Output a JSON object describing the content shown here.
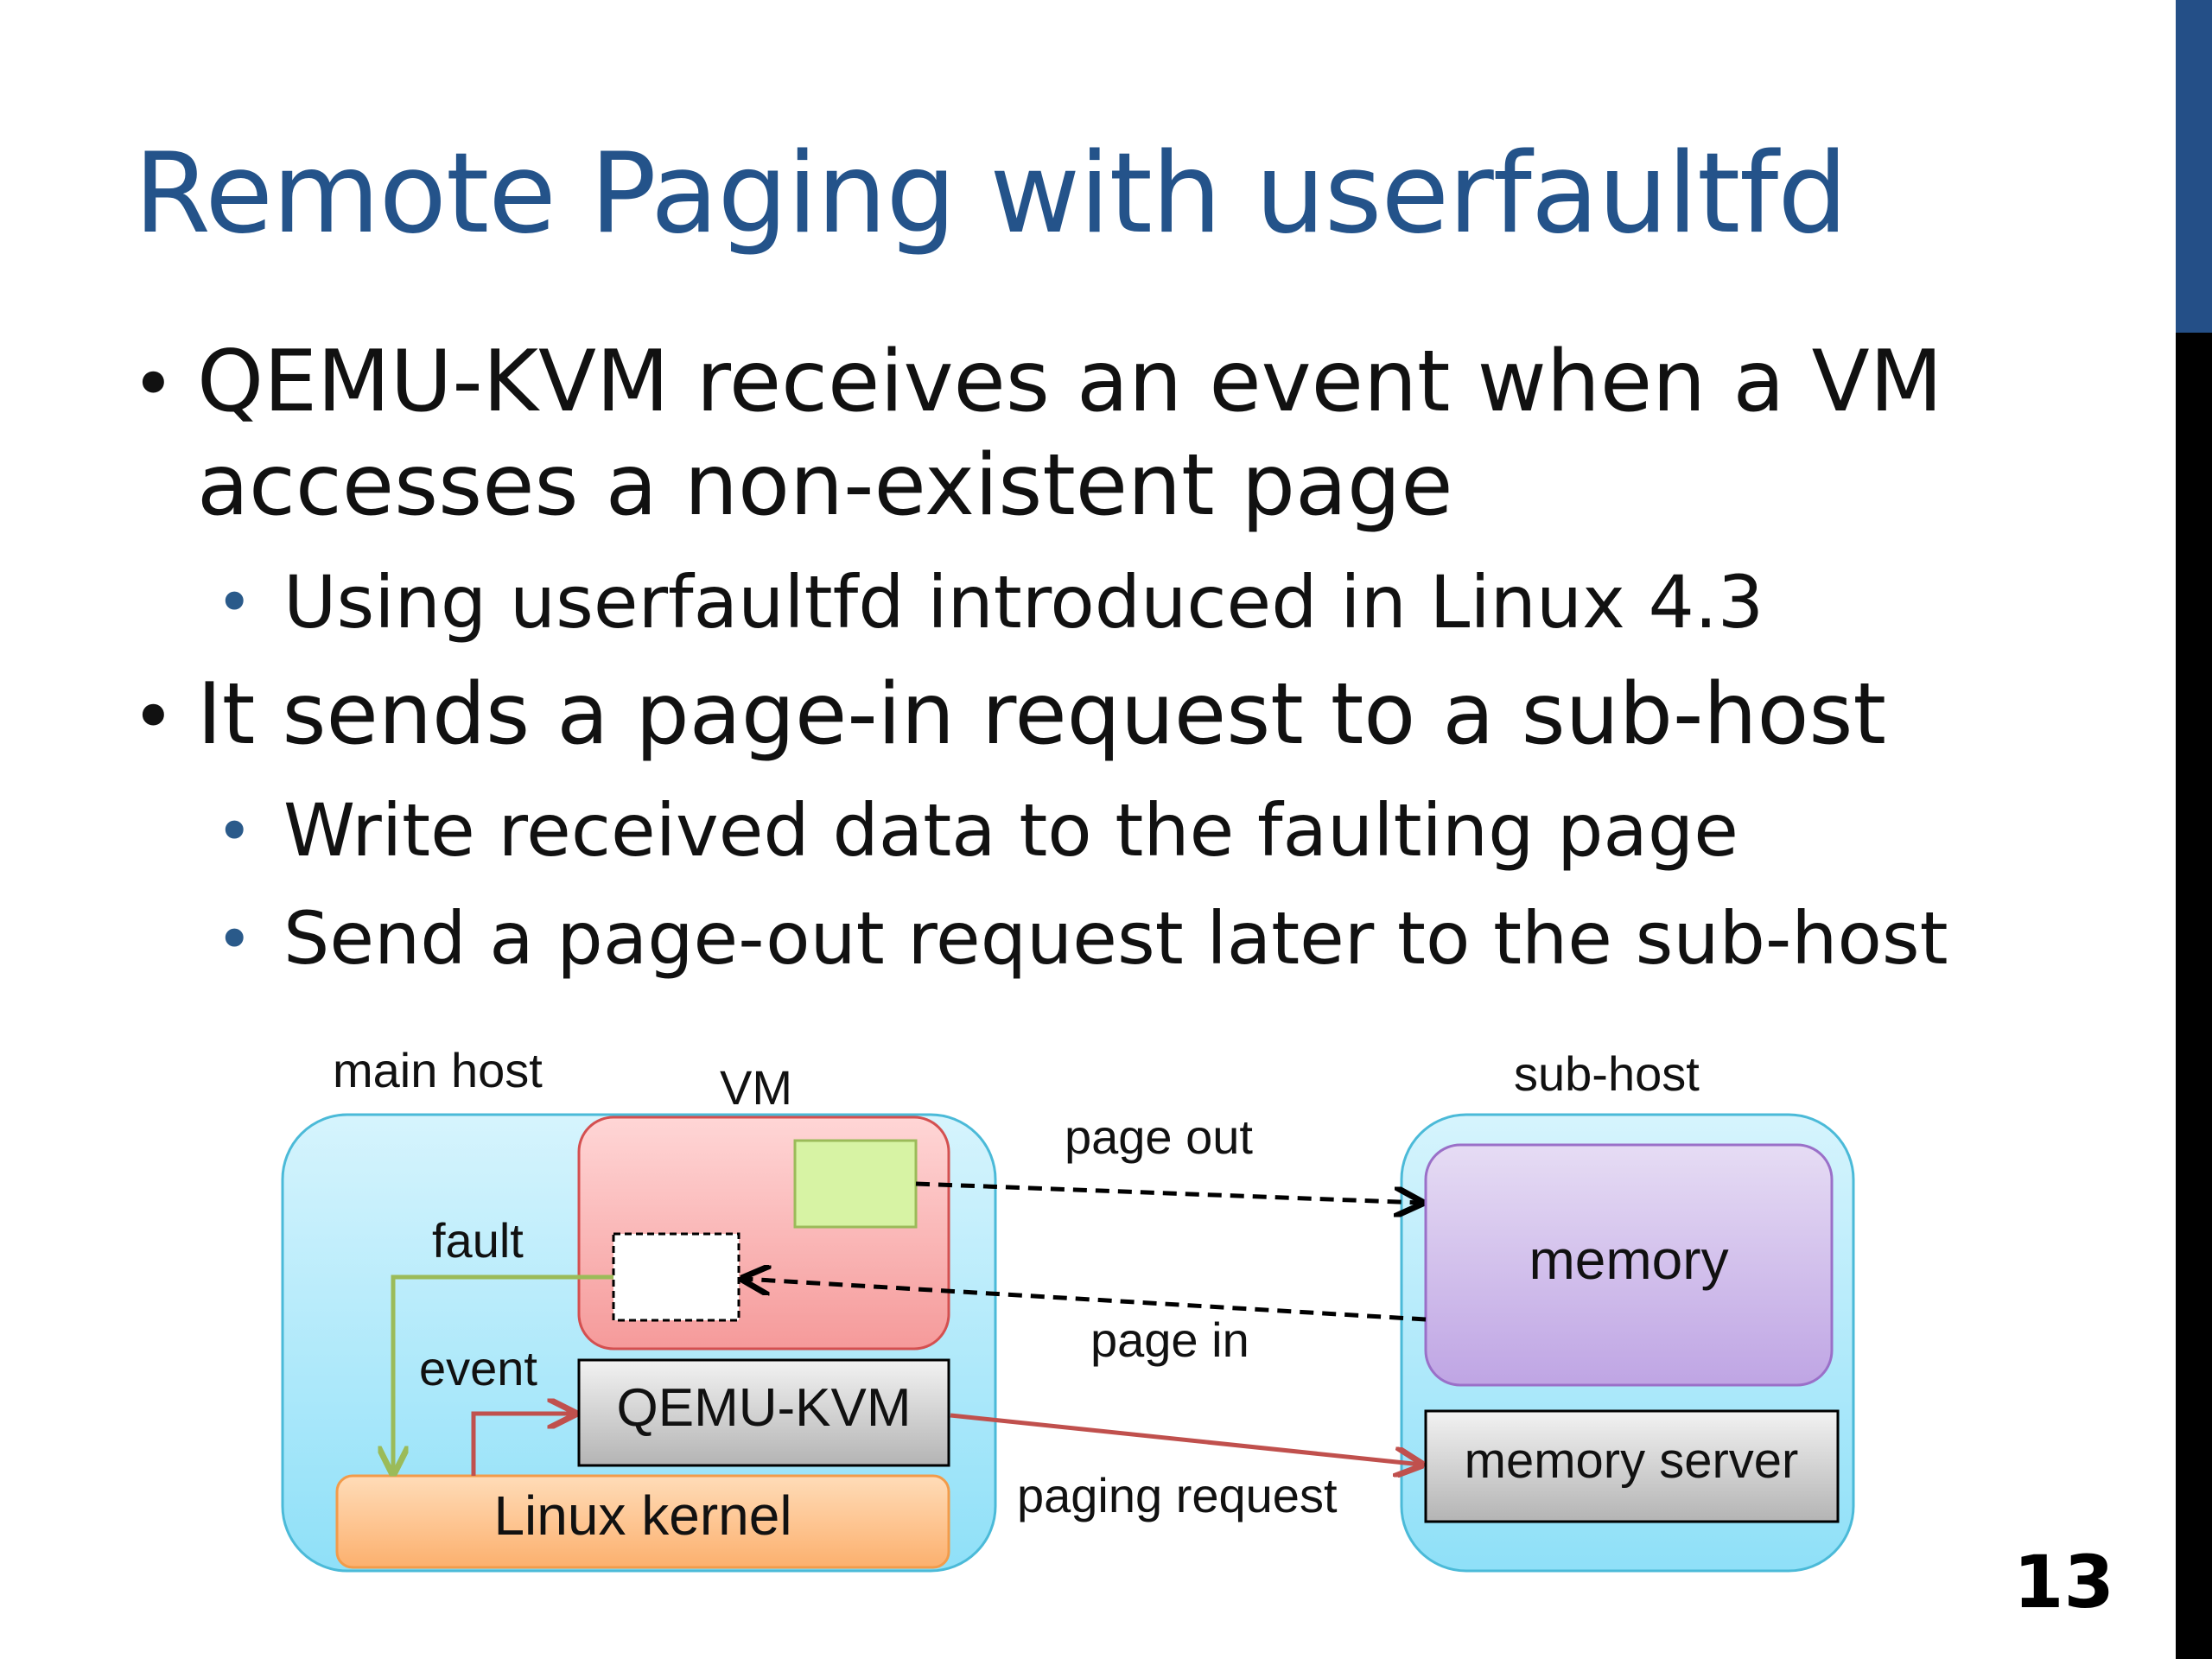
{
  "title": "Remote Paging with userfaultfd",
  "bullets": [
    {
      "level": 1,
      "lines": [
        "QEMU-KVM receives an event when a VM",
        "accesses a non-existent page"
      ]
    },
    {
      "level": 2,
      "text": "Using userfaultfd introduced in Linux 4.3"
    },
    {
      "level": 1,
      "text": "It sends a page-in request to a sub-host"
    },
    {
      "level": 2,
      "text": "Write received data to the faulting page"
    },
    {
      "level": 2,
      "text": "Send a page-out request later to the sub-host"
    }
  ],
  "diagram": {
    "main_host_label": "main host",
    "vm_label": "VM",
    "sub_host_label": "sub-host",
    "fault_label": "fault",
    "event_label": "event",
    "qemu_label": "QEMU-KVM",
    "kernel_label": "Linux kernel",
    "page_out_label": "page out",
    "page_in_label": "page in",
    "paging_request_label": "paging request",
    "memory_label": "memory",
    "memory_server_label": "memory server"
  },
  "page_number": "13",
  "colors": {
    "title": "#24538a",
    "host_fill": "#b9ecfb",
    "vm_fill": "#f8a8a8",
    "kernel_fill": "#fcc590",
    "memory_fill": "#d2c0ec",
    "fault_arrow": "#9bbb59",
    "request_arrow": "#c0504d"
  }
}
